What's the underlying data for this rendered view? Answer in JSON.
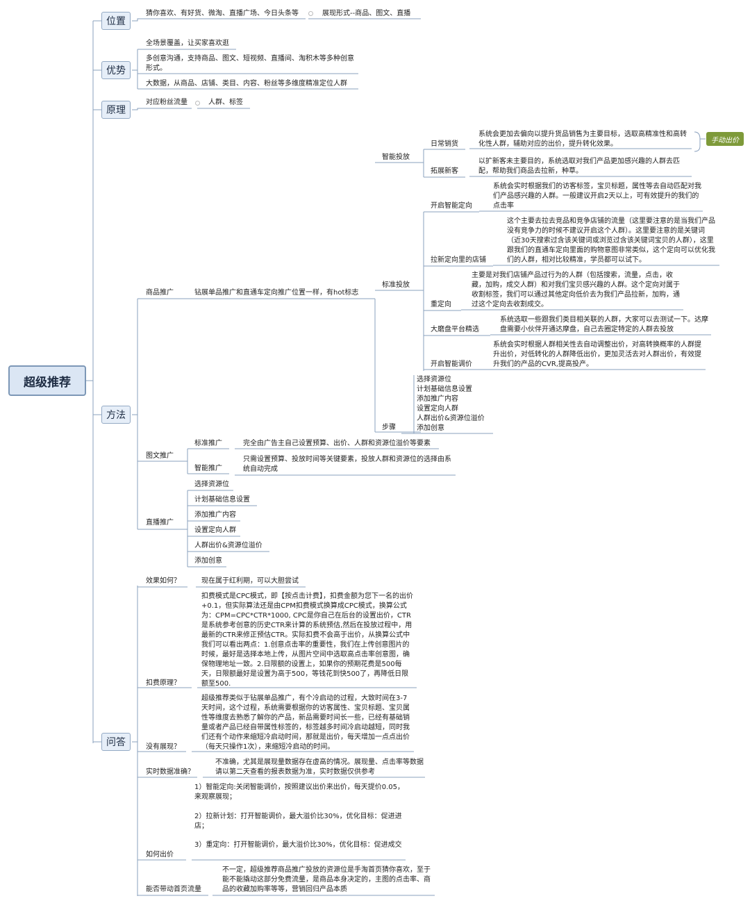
{
  "root": "超级推荐",
  "weizhi": {
    "label": "位置",
    "child": "猜你喜欢、有好货、微淘、直播广场、今日头条等",
    "leaf": "展现形式--商品、图文、直播"
  },
  "youshi": {
    "label": "优势",
    "items": [
      "全场景覆盖，让买家喜欢逛",
      "多创意沟通，支持商品、图文、短视频、直播间、淘积木等多种创意形式。",
      "大数据，从商品、店铺、类目、内容、粉丝等多维度精准定位人群"
    ]
  },
  "yuanli": {
    "label": "原理",
    "child": "对应粉丝流量",
    "leaf": "人群、标签"
  },
  "fangfa": {
    "label": "方法",
    "shangpin": {
      "label": "商品推广",
      "desc": "钻展单品推广和直通车定向推广位置一样，有hot标志",
      "zhineng": {
        "label": "智能投放",
        "richang": {
          "label": "日常销货",
          "text": "系统会更加去偏向以提升货品销售为主要目标，选取高精准性和高转化性人群，辅助对应的出价，提升转化效果。"
        },
        "tuozhan": {
          "label": "拓展新客",
          "text": "以扩新客未主要目的，系统选取对我们产品更加感兴趣的人群去匹配，帮助我们商品去拉新，种草。"
        },
        "tag": "手动出价"
      },
      "biaozhun": {
        "label": "标准投放",
        "items": [
          {
            "label": "开启智能定向",
            "text": "系统会实时根据我们的访客标签，宝贝标题，属性等去自动匹配对我们产品感兴趣的人群。一般建议开启2天以上，可有效提升的我们的点击率"
          },
          {
            "label": "拉新定向里的店铺",
            "text": "这个主要去拉去竞品和竞争店铺的流量（这里要注意的是当我们产品没有竞争力的时候不建议开启这个人群）。这里要注意的是关键词（近30天搜索过含该关键词或浏览过含该关键词宝贝的人群），这里跟我们的直通车定向里面的购物意图非常类似，这个定向可以优化我们的人群，相对比较精准，学员都可以试下。"
          },
          {
            "label": "重定向",
            "text": "主要是对我们店铺产品过行为的人群（包括搜索，流量，点击，收藏，加购，成交人群）和对我们宝贝感兴趣的人群。这个定向对属于收割标签，我们可以通过其他定向低价去为我们产品拉新，加购，通过这个定向去收割成交。"
          },
          {
            "label": "大磨盘平台精选",
            "text": "系统选取一些跟我们类目相关联的人群，大家可以去测试一下。达摩盘需要小伙伴开通达摩盘，自己去圈定特定的人群去投放"
          },
          {
            "label": "开启智能调价",
            "text": "系统会实时根据人群相关性去自动调整出价，对高转换概率的人群提升出价，对低转化的人群降低出价，更加灵活去对人群出价，有效提升我们的产品的CVR,提高投产。"
          }
        ]
      },
      "buzhou": {
        "label": "步骤",
        "steps": [
          "选择资源位",
          "计划基础信息设置",
          "添加推广内容",
          "设置定向人群",
          "人群出价&资源位溢价",
          "添加创意"
        ]
      }
    },
    "tuwen": {
      "label": "图文推广",
      "biaozhun": {
        "label": "标准推广",
        "text": "完全由广告主自己设置预算、出价、人群和资源位溢价等要素"
      },
      "zhineng": {
        "label": "智能推广",
        "text": "只需设置预算、投放时间等关键要素，投放人群和资源位的选择由系统自动完成"
      }
    },
    "zhibo": {
      "label": "直播推广",
      "steps": [
        "选择资源位",
        "计划基础信息设置",
        "添加推广内容",
        "设置定向人群",
        "人群出价&资源位溢价",
        "添加创意"
      ]
    }
  },
  "wenda": {
    "label": "问答",
    "items": [
      {
        "q": "效果如何？",
        "a": "现在属于红利期，可以大胆尝试"
      },
      {
        "q": "扣费原理？",
        "a": "扣费模式是CPC模式，即【按点击计费】，扣费金额为您下一名的出价+0.1，但实际算法还是由CPM扣费模式换算成CPC模式，换算公式为：CPM=CPC*CTR*1000, CPC是你自己在后台的设置出价，CTR是系统参考创意的历史CTR来计算的系统预估,然后在投放过程中，用最新的CTR来修正预估CTR。实际扣费不会高于出价，从换算公式中我们可以看出两点：1.创意点击率的重要性，我们在上传创意图片的时候，最好是选择本地上传，从图片空间中选取高点击率创意图，确保物理地址一致。2.日限额的设置上，如果你的预期花费是500每天，日限额最好是设置为高于500，等钱花到快500了，再降低日限额至500."
      },
      {
        "q": "没有展现？",
        "a": "超级推荐类似于钻展单品推广，有个冷启动的过程，大致时间在3-7天时间，这个过程，系统需要根据你的访客属性、宝贝标题、宝贝属性等维度去熟悉了解你的产品，新品需要时间长一些，已经有基础销量或者产品已经自带属性标签的，标签越多时间冷启动越短，同时我们还有个动作来缩短冷启动时间，那就是出价，每天增加一点点出价（每天只操作1次），来缩短冷启动的时间。"
      },
      {
        "q": "实时数据准确？",
        "a": "不准确，尤其是展现量数据存在虚高的情况。展现量、点击率等数据请以第二天查看的报表数据为准，实时数据仅供参考"
      },
      {
        "q": "如何出价",
        "a1": "1）智能定向:关闭智能调价，按照建议出价来出价，每天提价0.05，来观察展现；",
        "a2": "2）拉新计划：打开智能调价，最大溢价比30%，优化目标：促进进店；",
        "a3": "3）重定向：打开智能调价，最大溢价比30%，优化目标：促进成交"
      },
      {
        "q": "能否带动首页流量",
        "a": "不一定，超级推荐商品推广投放的资源位是手淘首页猜你喜欢，至于能不能撬动这部分免费流量，是商品本身决定的，主图的点击率、商品的收藏加购率等等，营销回归产品本质"
      }
    ]
  }
}
